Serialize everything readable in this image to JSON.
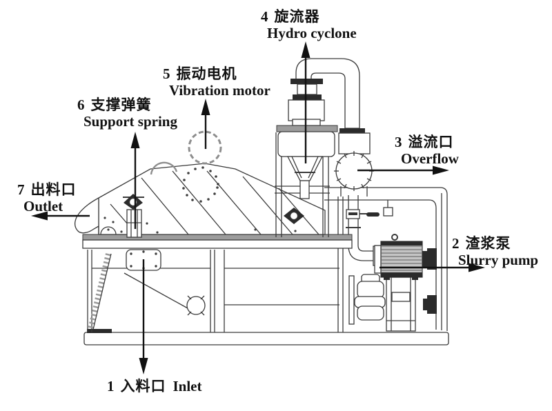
{
  "colors": {
    "background": "#ffffff",
    "line": "#3a3a3a",
    "line-light": "#8d8d8d",
    "fill-dark": "#2b2b2b",
    "fill-gray": "#9c9c9c",
    "fill-light": "#c4c4c4",
    "text": "#111111"
  },
  "callouts": [
    {
      "id": "inlet",
      "number": "1",
      "zh": "入料口",
      "en": "Inlet"
    },
    {
      "id": "slurry-pump",
      "number": "2",
      "zh": "渣浆泵",
      "en": "Slurry pump"
    },
    {
      "id": "overflow",
      "number": "3",
      "zh": "溢流口",
      "en": "Overflow"
    },
    {
      "id": "hydro-cyclone",
      "number": "4",
      "zh": "旋流器",
      "en": "Hydro cyclone"
    },
    {
      "id": "vibration-motor",
      "number": "5",
      "zh": "振动电机",
      "en": "Vibration motor"
    },
    {
      "id": "support-spring",
      "number": "6",
      "zh": "支撑弹簧",
      "en": "Support spring"
    },
    {
      "id": "outlet",
      "number": "7",
      "zh": "出料口",
      "en": "Outlet"
    }
  ]
}
